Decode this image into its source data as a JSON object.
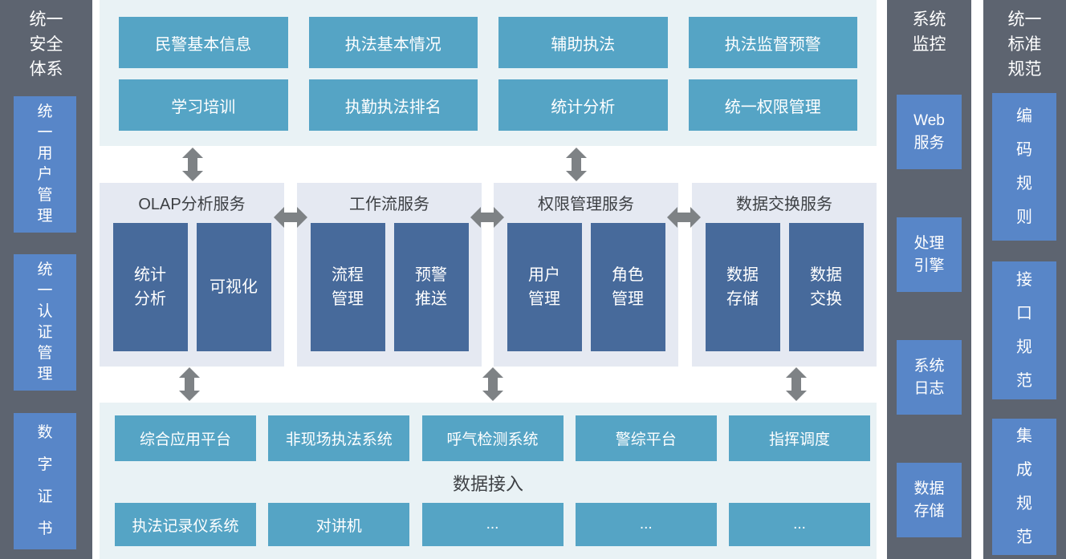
{
  "colors": {
    "sidebar_bg": "#5d6470",
    "sidebar_item_blue": "#5886c8",
    "section_bg": "#e9f2f5",
    "panel_bg": "#e5e9f2",
    "button_teal": "#55a4c5",
    "module_deep_blue": "#476a9b",
    "arrow_gray": "#7e8285",
    "title_text": "#3d4044"
  },
  "sidebar_security": {
    "title": "统一\n安全\n体系",
    "items": [
      {
        "label": "统\n一\n用\n户\n管\n理"
      },
      {
        "label": "统\n一\n认\n证\n管\n理"
      },
      {
        "label": "数\n字\n证\n书"
      }
    ]
  },
  "top_section": {
    "buttons": [
      {
        "label": "民警基本信息"
      },
      {
        "label": "执法基本情况"
      },
      {
        "label": "辅助执法"
      },
      {
        "label": "执法监督预警"
      },
      {
        "label": "学习培训"
      },
      {
        "label": "执勤执法排名"
      },
      {
        "label": "统计分析"
      },
      {
        "label": "统一权限管理"
      }
    ]
  },
  "services": {
    "panels": [
      {
        "title": "OLAP分析服务",
        "modules": [
          "统计\n分析",
          "可视化"
        ]
      },
      {
        "title": "工作流服务",
        "modules": [
          "流程\n管理",
          "预警\n推送"
        ]
      },
      {
        "title": "权限管理服务",
        "modules": [
          "用户\n管理",
          "角色\n管理"
        ]
      },
      {
        "title": "数据交换服务",
        "modules": [
          "数据\n存储",
          "数据\n交换"
        ]
      }
    ]
  },
  "bottom_section": {
    "row1": [
      {
        "label": "综合应用平台"
      },
      {
        "label": "非现场执法系统"
      },
      {
        "label": "呼气检测系统"
      },
      {
        "label": "警综平台"
      },
      {
        "label": "指挥调度"
      }
    ],
    "label": "数据接入",
    "row2": [
      {
        "label": "执法记录仪系统"
      },
      {
        "label": "对讲机"
      },
      {
        "label": "..."
      },
      {
        "label": "..."
      },
      {
        "label": "..."
      }
    ]
  },
  "sidebar_monitor": {
    "title": "系统\n监控",
    "items": [
      {
        "label": "Web\n服务"
      },
      {
        "label": "处理\n引擎"
      },
      {
        "label": "系统\n日志"
      },
      {
        "label": "数据\n存储"
      }
    ]
  },
  "sidebar_standards": {
    "title": "统一\n标准\n规范",
    "items": [
      {
        "label": "编\n码\n规\n则"
      },
      {
        "label": "接\n口\n规\n范"
      },
      {
        "label": "集\n成\n规\n范"
      }
    ]
  }
}
